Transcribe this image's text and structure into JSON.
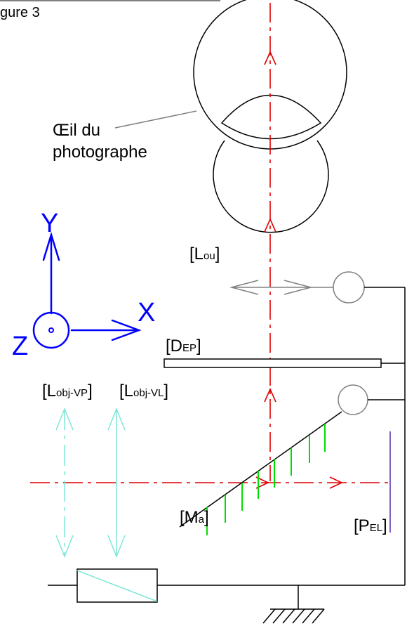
{
  "figure": {
    "caption": "gure 3"
  },
  "eye": {
    "label_line1": "Œil du",
    "label_line2": "photographe"
  },
  "axes": {
    "x": "X",
    "y": "Y",
    "z": "Z"
  },
  "labels": {
    "ocular_lens": {
      "main": "L",
      "sub": "ou"
    },
    "diaphragm": {
      "main": "D",
      "sub": "EP"
    },
    "lens_vp": {
      "main": "L",
      "sub": "obj-VP"
    },
    "lens_vl": {
      "main": "L",
      "sub": "obj-VL"
    },
    "mirror": {
      "main": "M",
      "sub": "a"
    },
    "plane": {
      "main": "P",
      "sub": "EL"
    }
  },
  "colors": {
    "optical_axis": "#e00000",
    "ocular": "#808080",
    "objective_lenses": "#7fe6d6",
    "mirror_hatch": "#00dd00",
    "image_plane": "#8060c0",
    "axes": "#0000ff",
    "frame": "#000000"
  }
}
